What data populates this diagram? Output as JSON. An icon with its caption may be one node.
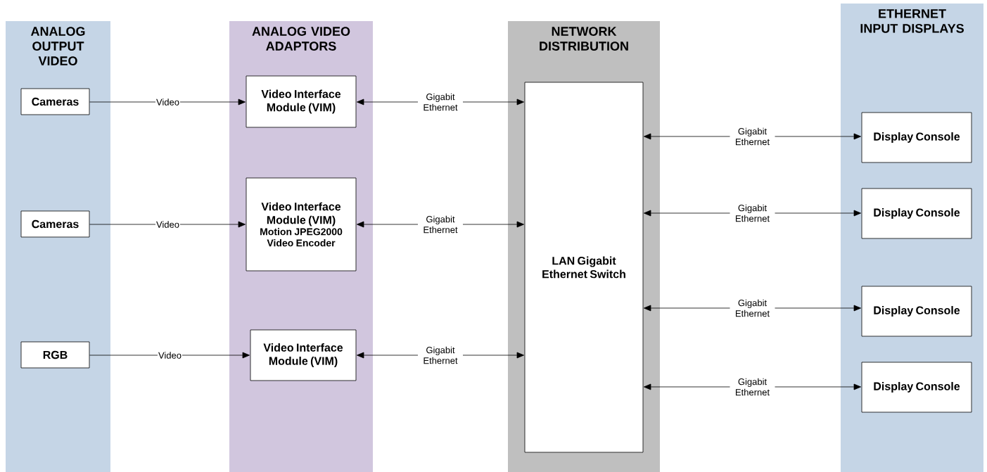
{
  "diagram": {
    "nodes": [
      {
        "text": [
          "ANALOG OUTPUT VIDEO"
        ]
      },
      {
        "text": [
          "Cameras"
        ],
        "in": 0
      },
      {
        "text": [
          "Cameras"
        ],
        "in": 0
      },
      {
        "text": [
          "RGB"
        ],
        "in": 0
      },
      {
        "text": [
          "ANALOG VIDEO ADAPTORS"
        ]
      },
      {
        "text": [
          "Video Interface Module (VIM)"
        ],
        "in": 4
      },
      {
        "text": [
          "Video Interface Module (VIM)",
          "Motion JPEG2000 Video Encoder"
        ],
        "in": 4
      },
      {
        "text": [
          "Video Interface Module (VIM)"
        ],
        "in": 4
      },
      {
        "text": [
          "NETWORK DISTRIBUTION"
        ]
      },
      {
        "text": [
          "LAN Gigabit Ethernet Switch"
        ],
        "in": 8
      },
      {
        "text": [
          "ETHERNET INPUT DISPLAYS"
        ]
      },
      {
        "text": [
          "Display Console"
        ],
        "in": 10
      },
      {
        "text": [
          "Display Console"
        ],
        "in": 10
      },
      {
        "text": [
          "Display Console"
        ],
        "in": 10
      },
      {
        "text": [
          "Display Console"
        ],
        "in": 10
      }
    ],
    "edges": [
      {
        "from": 1,
        "to": 5,
        "arrow": "to",
        "label": "Video"
      },
      {
        "from": 2,
        "to": 6,
        "arrow": "to",
        "label": "Video"
      },
      {
        "from": 3,
        "to": 7,
        "arrow": "to",
        "label": "Video"
      },
      {
        "from": 5,
        "to": 9,
        "arrow": "both",
        "label": "Gigabit Ethernet"
      },
      {
        "from": 6,
        "to": 9,
        "arrow": "both",
        "label": "Gigabit Ethernet"
      },
      {
        "from": 7,
        "to": 9,
        "arrow": "both",
        "label": "Gigabit Ethernet"
      },
      {
        "from": 9,
        "to": 11,
        "arrow": "both",
        "label": "Gigabit Ethernet"
      },
      {
        "from": 9,
        "to": 12,
        "arrow": "both",
        "label": "Gigabit Ethernet"
      },
      {
        "from": 9,
        "to": 13,
        "arrow": "both",
        "label": "Gigabit Ethernet"
      },
      {
        "from": 9,
        "to": 14,
        "arrow": "both",
        "label": "Gigabit Ethernet"
      }
    ]
  }
}
